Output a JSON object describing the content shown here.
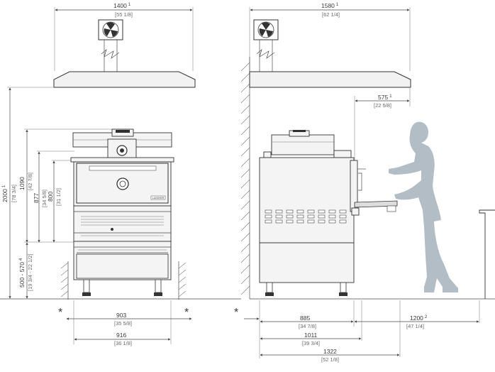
{
  "front_view": {
    "hood_width": {
      "mm": "1400",
      "note": "1",
      "in": "[55 1/8]"
    },
    "total_height": {
      "mm": "2000",
      "note": "1",
      "in": "[78 3/4]"
    },
    "oven_height": {
      "mm": "1090",
      "in": "[42 7/8]"
    },
    "body_height": {
      "mm": "877",
      "in": "[34 5/8]"
    },
    "door_height": {
      "mm": "800",
      "in": "[31 1/2]"
    },
    "leg_height": {
      "mm": "500 - 570",
      "note": "4",
      "in": "[19 3/4 - 22 1/2]"
    },
    "width_body": {
      "mm": "903",
      "in": "[35 5/8]"
    },
    "width_overall": {
      "mm": "916",
      "in": "[36 1/8]"
    },
    "clearance_mark": "*",
    "brand_plate": "LASSHER"
  },
  "side_view": {
    "hood_depth": {
      "mm": "1580",
      "note": "1",
      "in": "[62 1/4]"
    },
    "hood_overhang": {
      "mm": "575",
      "note": "1",
      "in": "[22 5/8]"
    },
    "depth_body": {
      "mm": "885",
      "in": "[34 7/8]"
    },
    "depth_with_handle": {
      "mm": "1011",
      "in": "[39 3/4]"
    },
    "depth_overall": {
      "mm": "1322",
      "in": "[52 1/8]"
    },
    "operator_space": {
      "mm": "1200",
      "note": "2",
      "in": "[47 1/4]"
    },
    "clearance_mark": "*"
  },
  "icons": [
    "fan-icon",
    "human-silhouette-icon",
    "wall-hatch"
  ],
  "colors": {
    "line": "#4a4a4a",
    "silhouette": "#b3bdc6",
    "body": "#f4f4f4"
  }
}
